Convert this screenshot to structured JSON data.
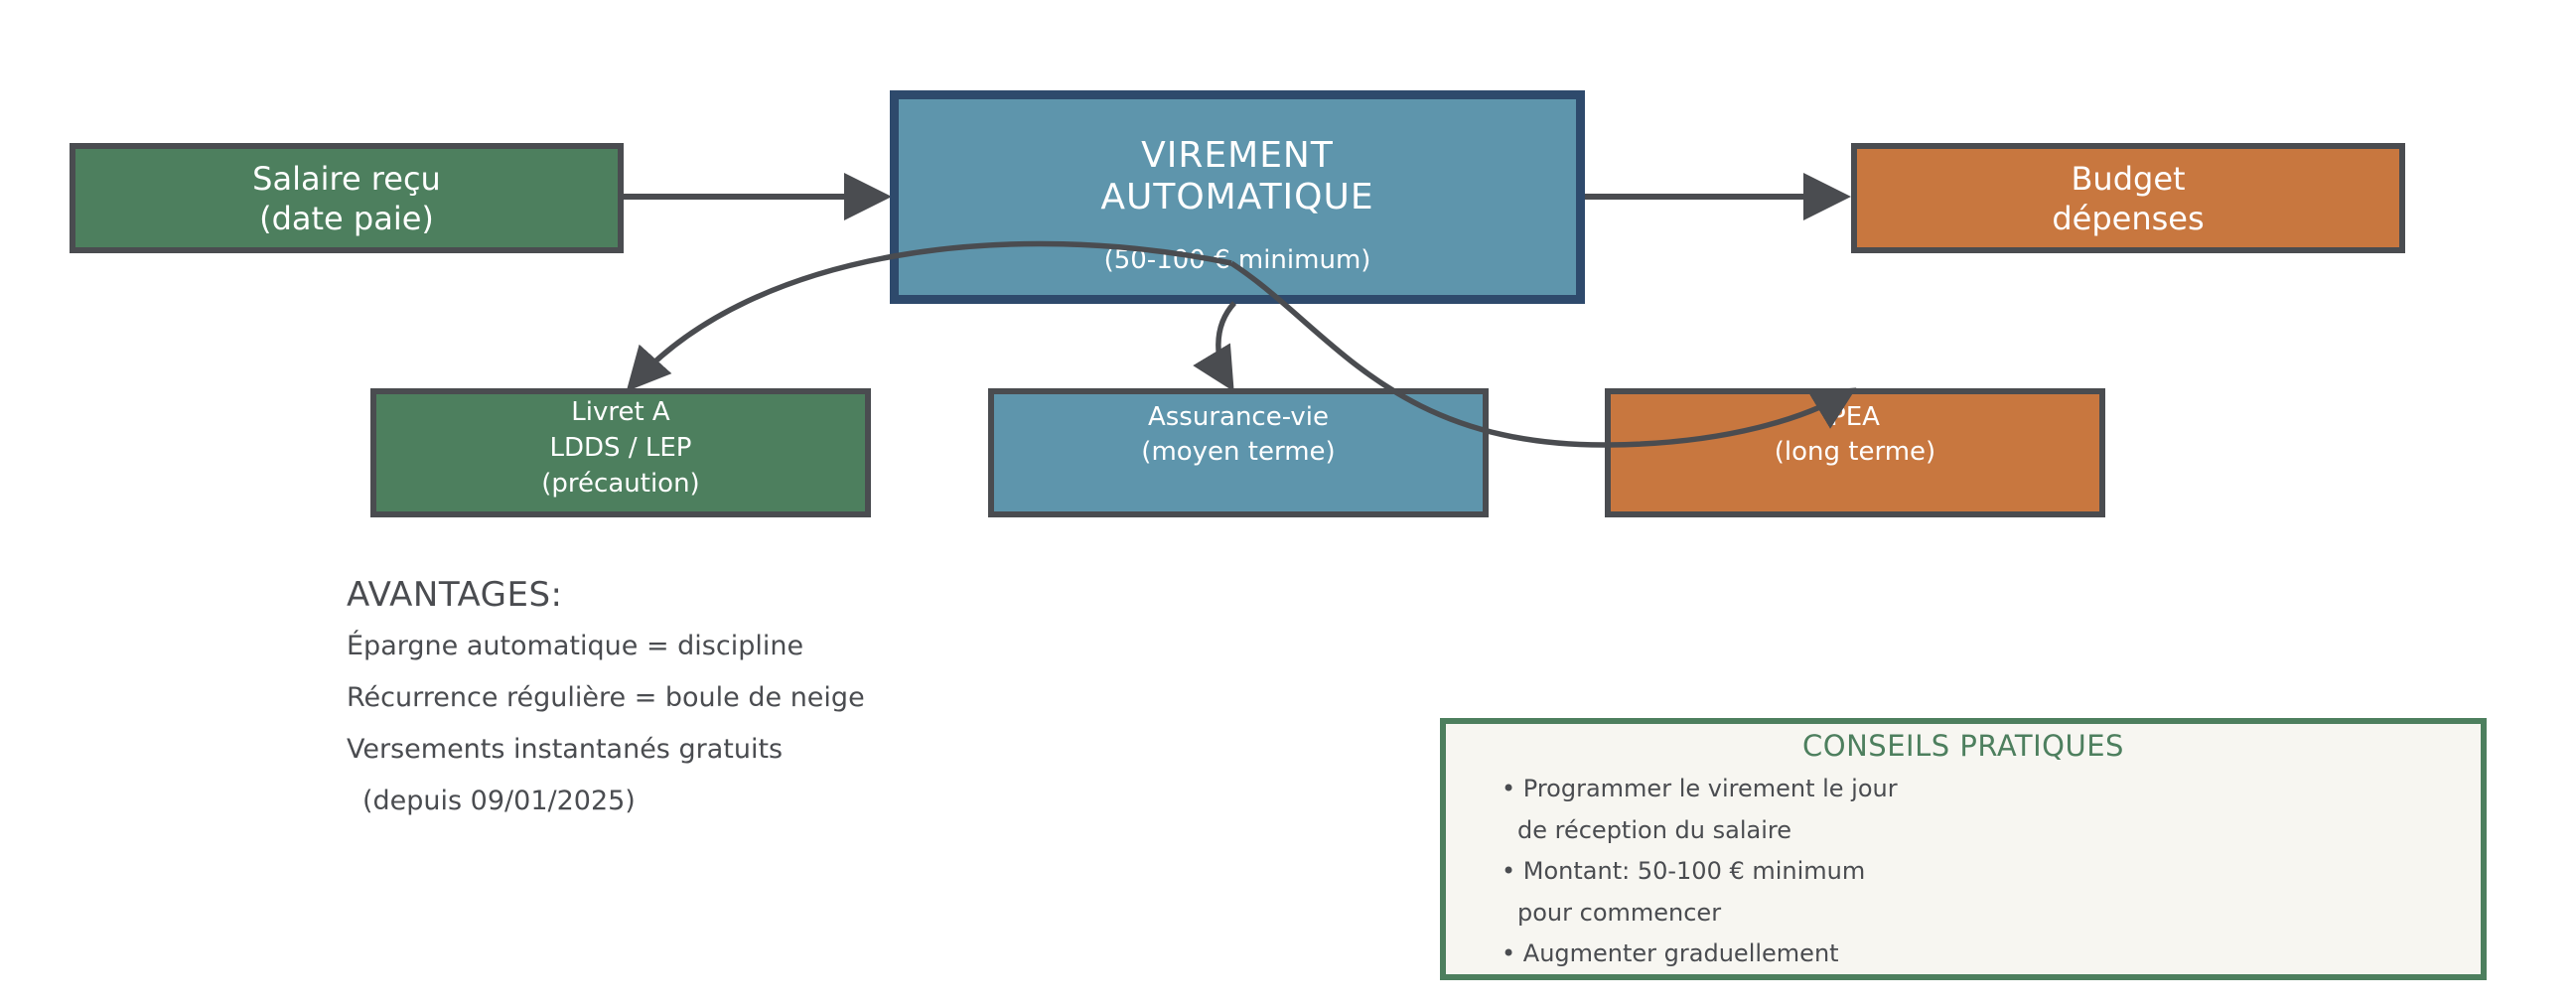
{
  "colors": {
    "green": "#4d7f5e",
    "blue": "#5e95ac",
    "orange": "#c8773f",
    "dark_border": "#4a4c50",
    "navy_border": "#2e4a6c",
    "arrow": "#4a4c50",
    "panel_bg": "#f7f6f1"
  },
  "nodes": {
    "salaire": {
      "line1": "Salaire reçu",
      "line2": "(date paie)"
    },
    "virement": {
      "line1": "VIREMENT",
      "line2": "AUTOMATIQUE",
      "line3": "(50-100 € minimum)"
    },
    "budget": {
      "line1": "Budget",
      "line2": "dépenses"
    },
    "livret": {
      "line1": "Livret A",
      "line2": "LDDS / LEP",
      "line3": "(précaution)"
    },
    "assurance": {
      "line1": "Assurance-vie",
      "line2": "(moyen terme)"
    },
    "pea": {
      "line1": "PEA",
      "line2": "(long terme)"
    }
  },
  "edges": [
    {
      "from": "salaire",
      "to": "virement"
    },
    {
      "from": "virement",
      "to": "budget"
    },
    {
      "from": "virement",
      "to": "livret"
    },
    {
      "from": "virement",
      "to": "assurance"
    },
    {
      "from": "virement",
      "to": "pea"
    }
  ],
  "advantages": {
    "title": "AVANTAGES:",
    "items": [
      "Épargne automatique = discipline",
      "Récurrence régulière = boule de neige",
      "Versements instantanés gratuits",
      "(depuis 09/01/2025)"
    ]
  },
  "tips": {
    "title": "CONSEILS PRATIQUES",
    "lines": [
      "• Programmer le virement le jour",
      "de réception du salaire",
      "• Montant: 50-100 € minimum",
      "pour commencer",
      "• Augmenter graduellement"
    ]
  }
}
